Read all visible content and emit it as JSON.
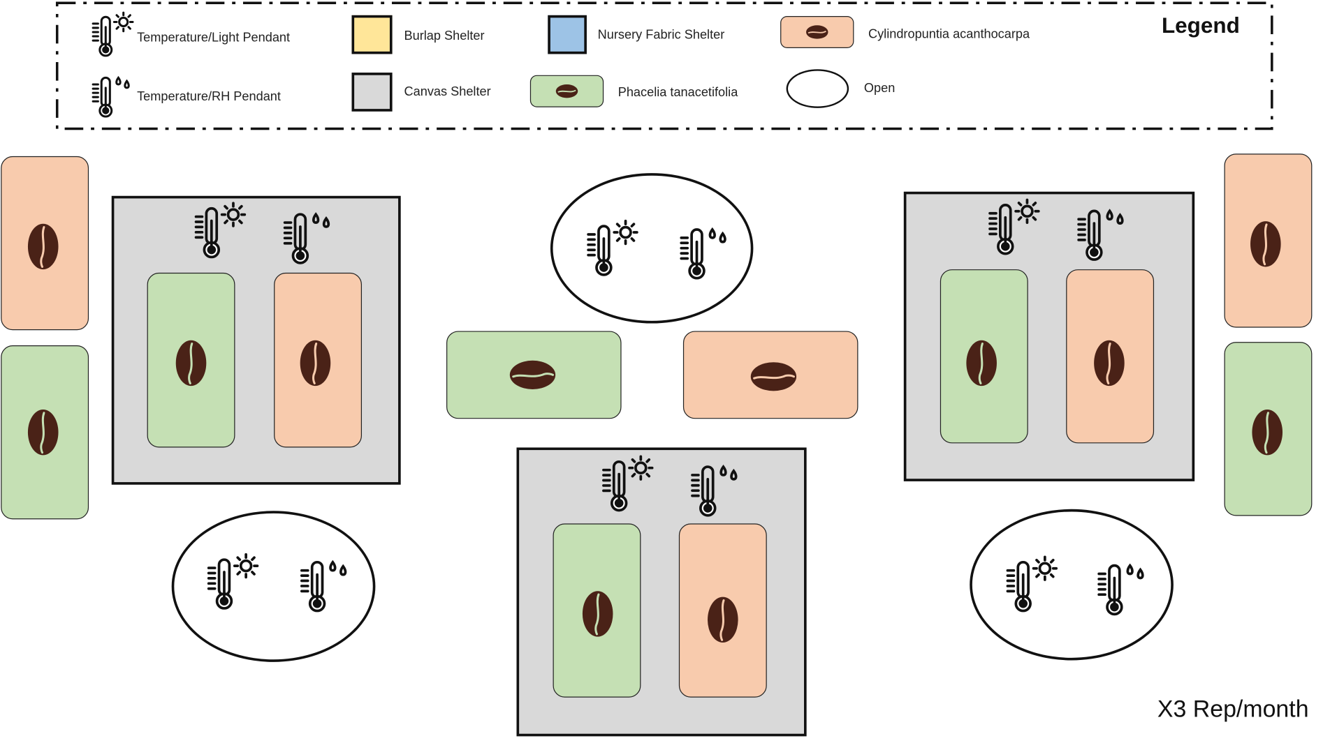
{
  "legend": {
    "title": "Legend",
    "items": {
      "temp_light": "Temperature/Light Pendant",
      "temp_rh": "Temperature/RH Pendant",
      "burlap": "Burlap Shelter",
      "canvas": "Canvas Shelter",
      "nursery": "Nursery Fabric Shelter",
      "phacelia": "Phacelia tanacetifolia",
      "cylindropuntia": "Cylindropuntia acanthocarpa",
      "open": "Open"
    }
  },
  "colors": {
    "burlap": "#ffe699",
    "canvas": "#d9d9d9",
    "nursery": "#9dc3e6",
    "phacelia": "#c5e0b4",
    "cylindropuntia": "#f8cbad",
    "open": "#ffffff",
    "seed": "#4a2217"
  },
  "footnote": "X3 Rep/month"
}
